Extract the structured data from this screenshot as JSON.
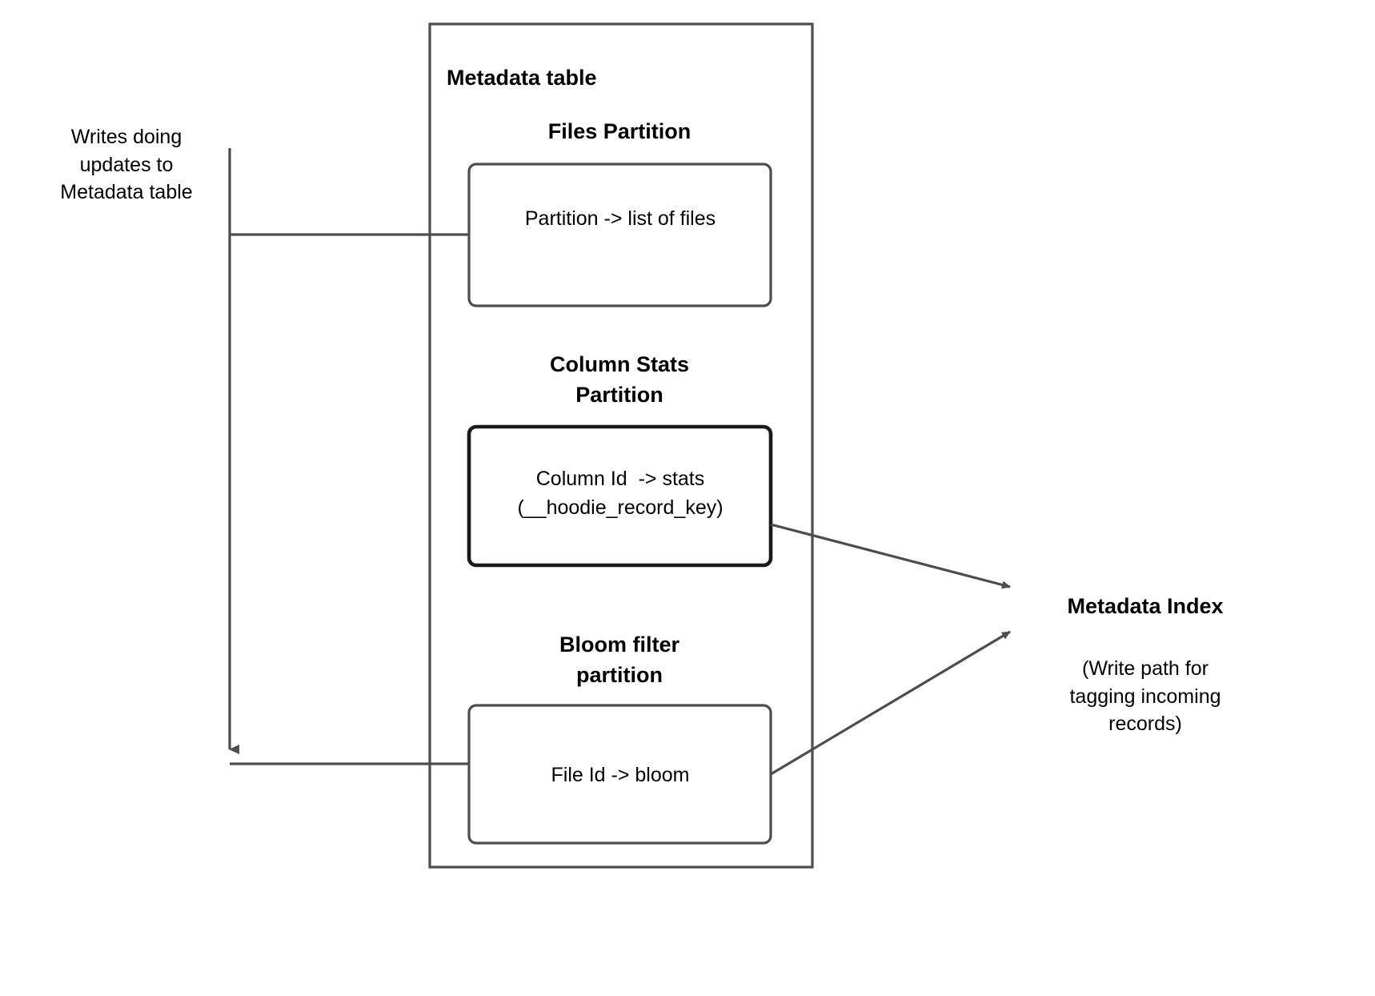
{
  "diagram": {
    "title_left_note": "Writes doing\nupdates to\nMetadata table",
    "container": {
      "label": "Metadata table"
    },
    "sections": [
      {
        "heading": "Files Partition",
        "box_text": "Partition -> list of files"
      },
      {
        "heading": "Column Stats\nPartition",
        "box_text": "Column Id  -> stats\n(__hoodie_record_key)"
      },
      {
        "heading": "Bloom filter\npartition",
        "box_text": "File Id -> bloom"
      }
    ],
    "target": {
      "label": "Metadata Index",
      "caption": "(Write path for\ntagging incoming\nrecords)"
    },
    "colors": {
      "stroke": "#4d4d4d",
      "stroke_strong": "#1a1a1a",
      "text": "#000000",
      "background": "#ffffff"
    }
  }
}
